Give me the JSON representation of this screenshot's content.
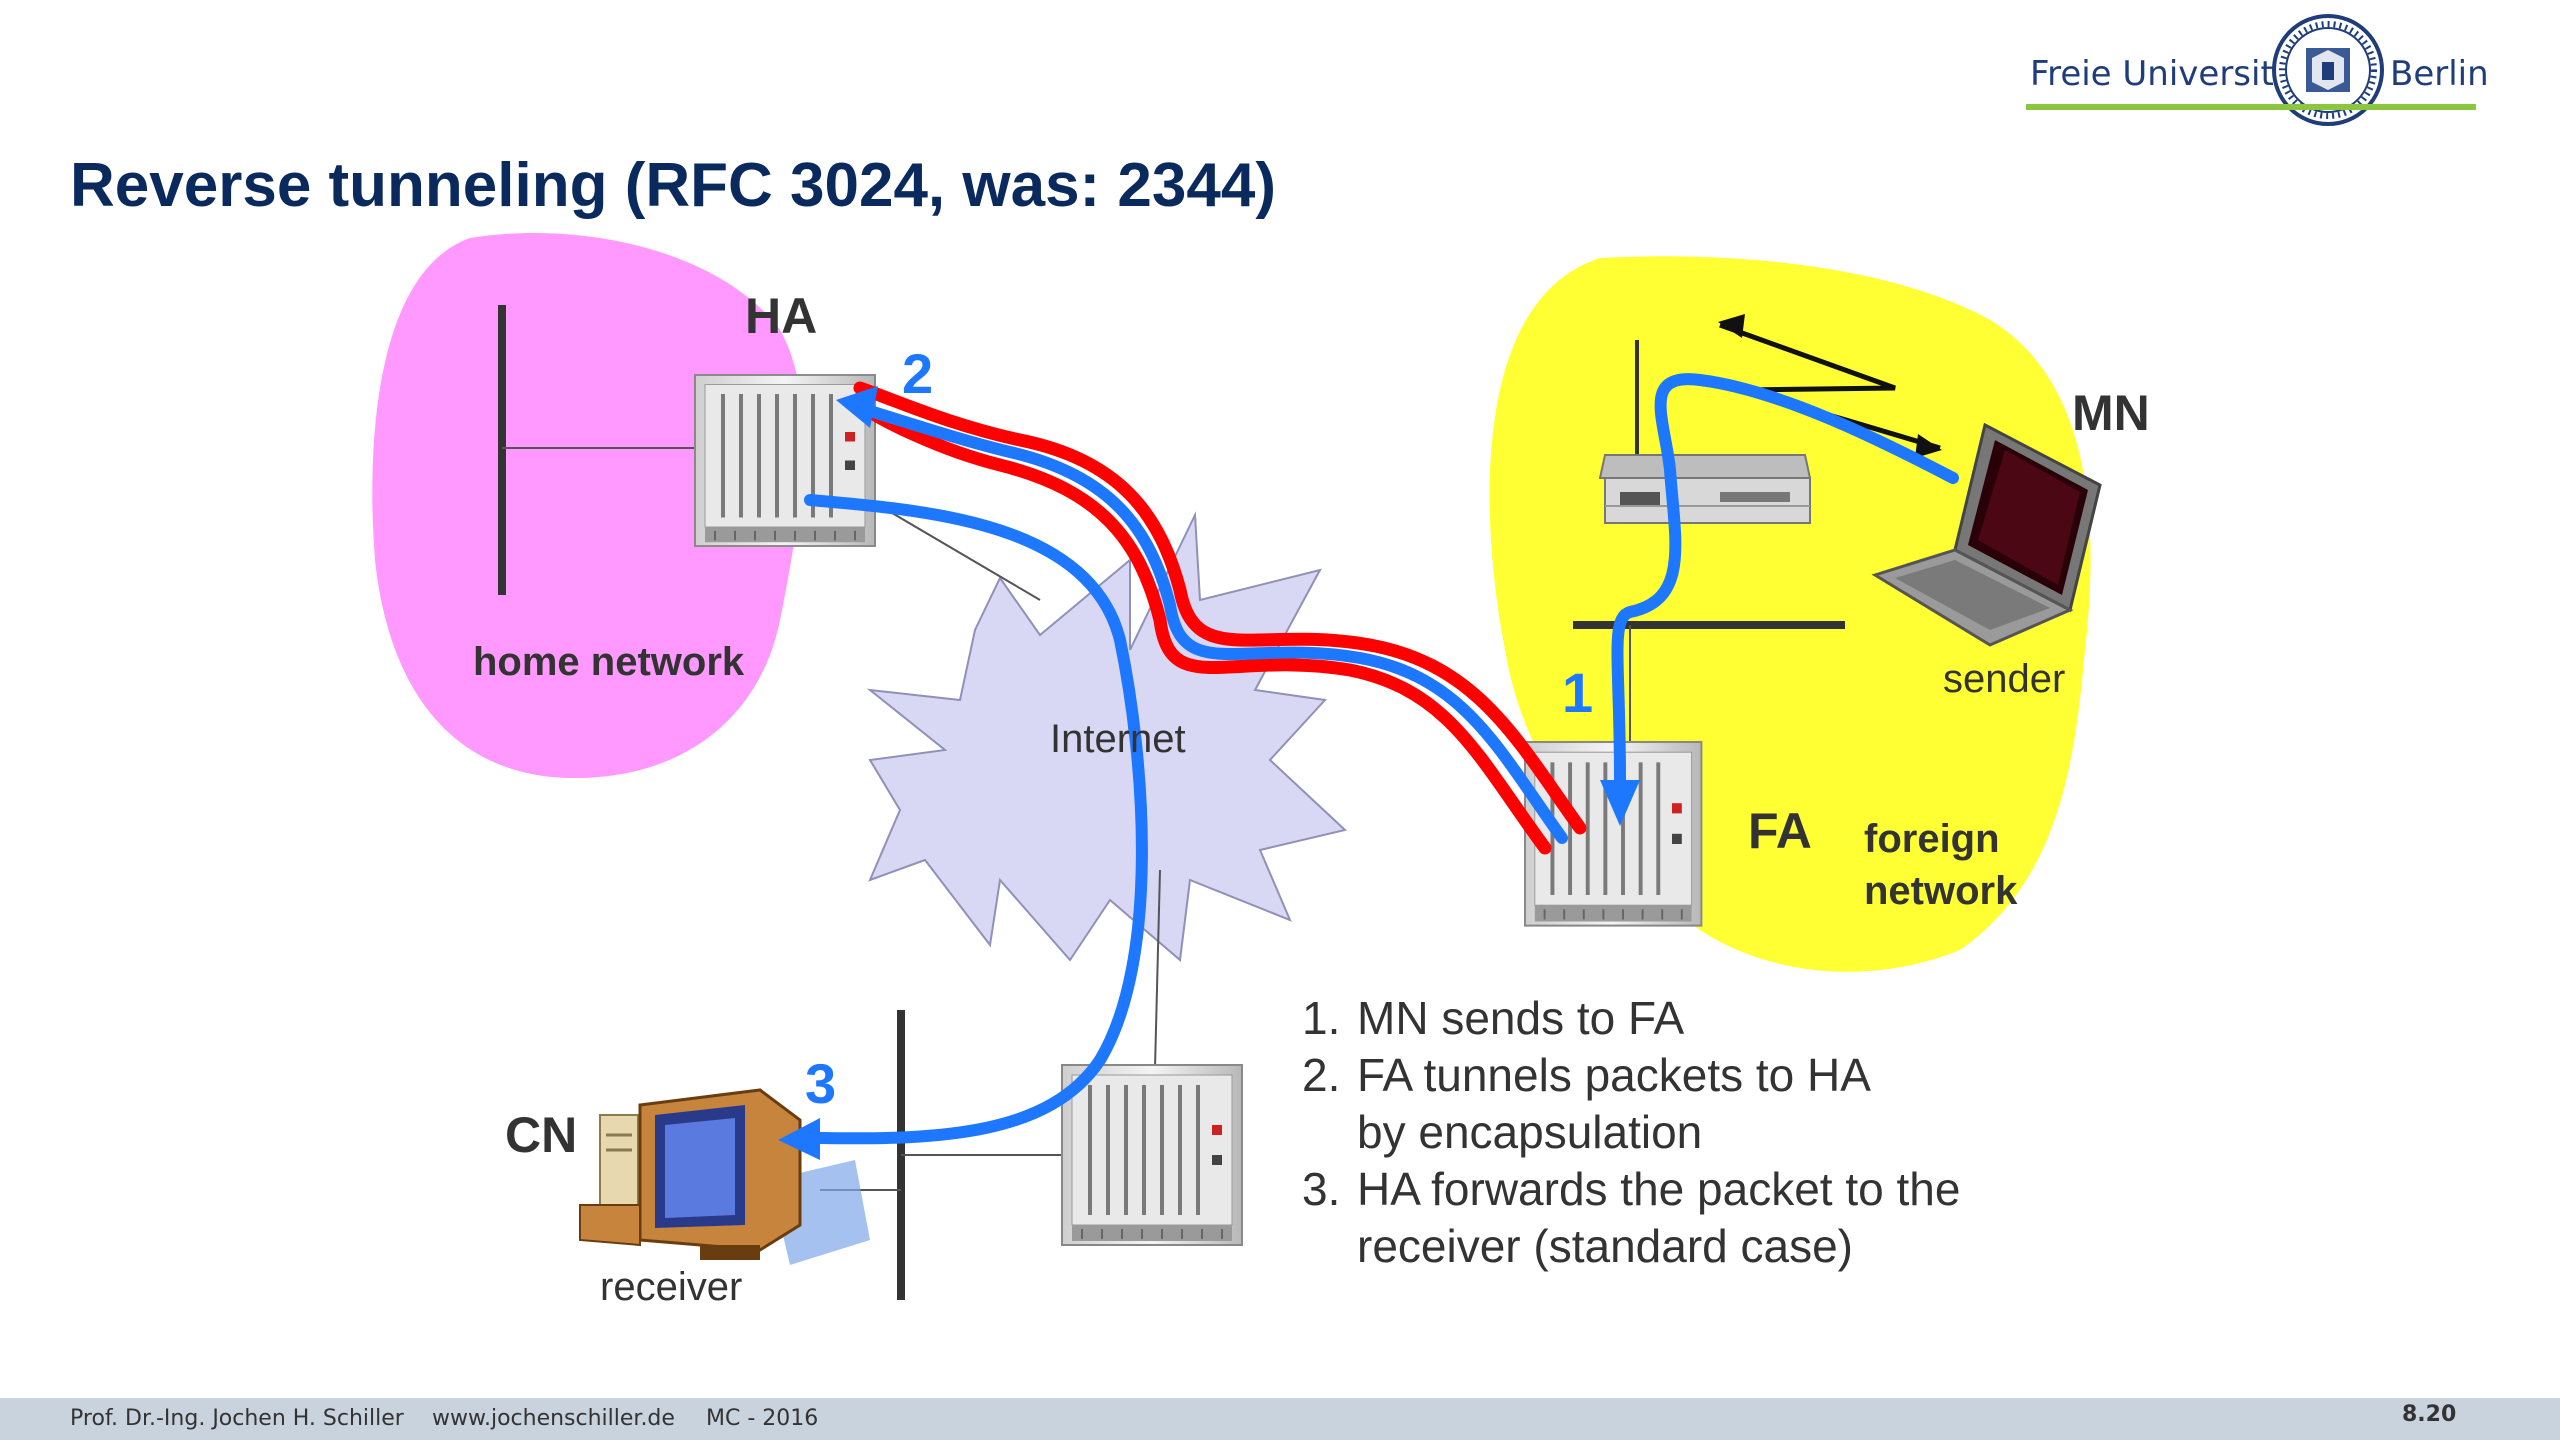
{
  "slide": {
    "title": "Reverse tunneling (RFC 3024, was: 2344)",
    "logo": {
      "left_text": "Freie Universität",
      "right_text": "Berlin"
    },
    "nodes": {
      "ha": "HA",
      "mn": "MN",
      "fa": "FA",
      "cn": "CN",
      "internet": "Internet",
      "home_network": "home network",
      "foreign_network_line1": "foreign",
      "foreign_network_line2": "network",
      "sender": "sender",
      "receiver": "receiver"
    },
    "step_markers": [
      "1",
      "2",
      "3"
    ],
    "steps": [
      {
        "num": "1.",
        "lines": [
          "MN sends to FA"
        ]
      },
      {
        "num": "2.",
        "lines": [
          "FA tunnels packets to HA",
          "by encapsulation"
        ]
      },
      {
        "num": "3.",
        "lines": [
          "HA forwards the packet to the",
          "receiver (standard case)"
        ]
      }
    ],
    "footer": {
      "author": "Prof. Dr.-Ing. Jochen H. Schiller",
      "website": "www.jochenschiller.de",
      "course": "MC - 2016",
      "page": "8.20"
    },
    "colors": {
      "title": "#0a2a5e",
      "home_network": "#ff99ff",
      "foreign_network": "#ffff33",
      "internet_cloud": "#d8d8f4",
      "tunnel_outer": "#ff0000",
      "packet_path": "#1e78ff",
      "logo_line": "#8cc63f",
      "footer_bar": "#c9d3de"
    }
  }
}
